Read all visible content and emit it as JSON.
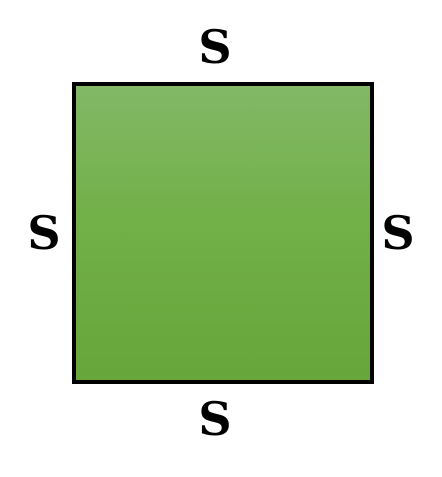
{
  "diagram": {
    "shape": "square",
    "fill_color": "#6fae44",
    "border_color": "#000000",
    "labels": {
      "top": "S",
      "right": "S",
      "bottom": "S",
      "left": "S"
    }
  }
}
